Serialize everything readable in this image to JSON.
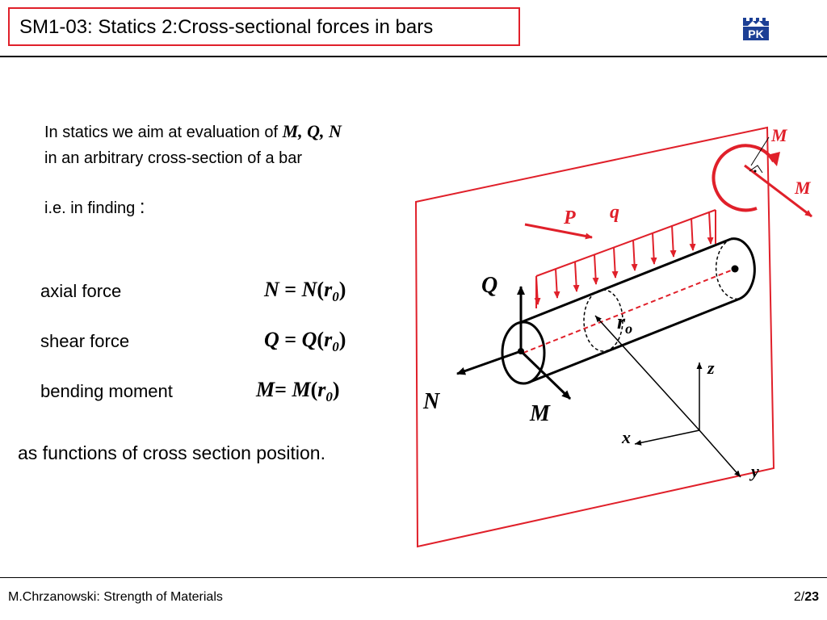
{
  "header": {
    "title": "SM1-03: Statics 2:Cross-sectional forces in bars",
    "logo_text": "PK"
  },
  "intro": {
    "line1_prefix": "In statics we aim at evaluation of",
    "line1_symbols": "M, Q, N",
    "line2": "in an arbitrary cross-section of a bar"
  },
  "finding": {
    "text": "i.e. in finding",
    "colon": ":"
  },
  "forces": [
    {
      "label": "axial force",
      "lhs": "N",
      "eq": " = ",
      "fn": "N",
      "arg": "r",
      "sub": "0"
    },
    {
      "label": "shear force",
      "lhs": "Q",
      "eq": " = ",
      "fn": "Q",
      "arg": "r",
      "sub": "0"
    },
    {
      "label": "bending moment",
      "lhs": "M",
      "eq": "= ",
      "fn": "M",
      "arg": "r",
      "sub": "0"
    }
  ],
  "conclusion": "as functions of cross section position.",
  "diagram": {
    "labels": {
      "P": "P",
      "q": "q",
      "M_top": "M",
      "M_right": "M",
      "Q": "Q",
      "N": "N",
      "M_bottom": "M",
      "r": "r",
      "r_sub": "o",
      "x": "x",
      "y": "y",
      "z": "z"
    },
    "colors": {
      "accent": "#e0202a",
      "ink": "#000000"
    }
  },
  "footer": {
    "left": "M.Chrzanowski: Strength of Materials",
    "page": "2/",
    "total": "23"
  }
}
